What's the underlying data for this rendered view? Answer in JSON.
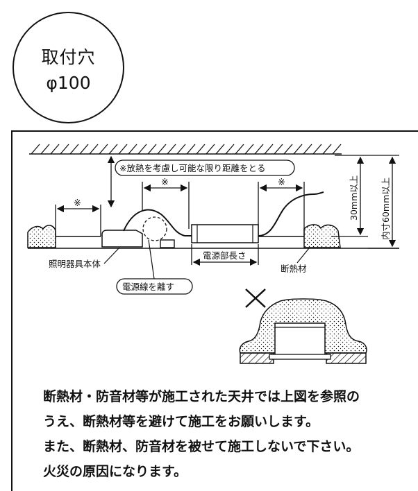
{
  "hole": {
    "label": "取付穴",
    "size": "φ100"
  },
  "diagram": {
    "heat_note": "※放熱を考慮し可能な限り距離をとる",
    "mark_left": "※",
    "mark_mid": "※",
    "mark_right": "※",
    "fixture_body": "照明器具本体",
    "power_length": "電源部長さ",
    "insulation": "断熱材",
    "keep_wire_away": "電源線を離す",
    "dim_30": "30mm以上",
    "dim_60": "内寸60mm以上"
  },
  "notes": [
    "断熱材・防音材等が施工された天井では上図を参照の",
    "うえ、断熱材等を避けて施工をお願いします。",
    "また、断熱材、防音材を被せて施工しないで下さい。",
    "火災の原因になります。"
  ]
}
